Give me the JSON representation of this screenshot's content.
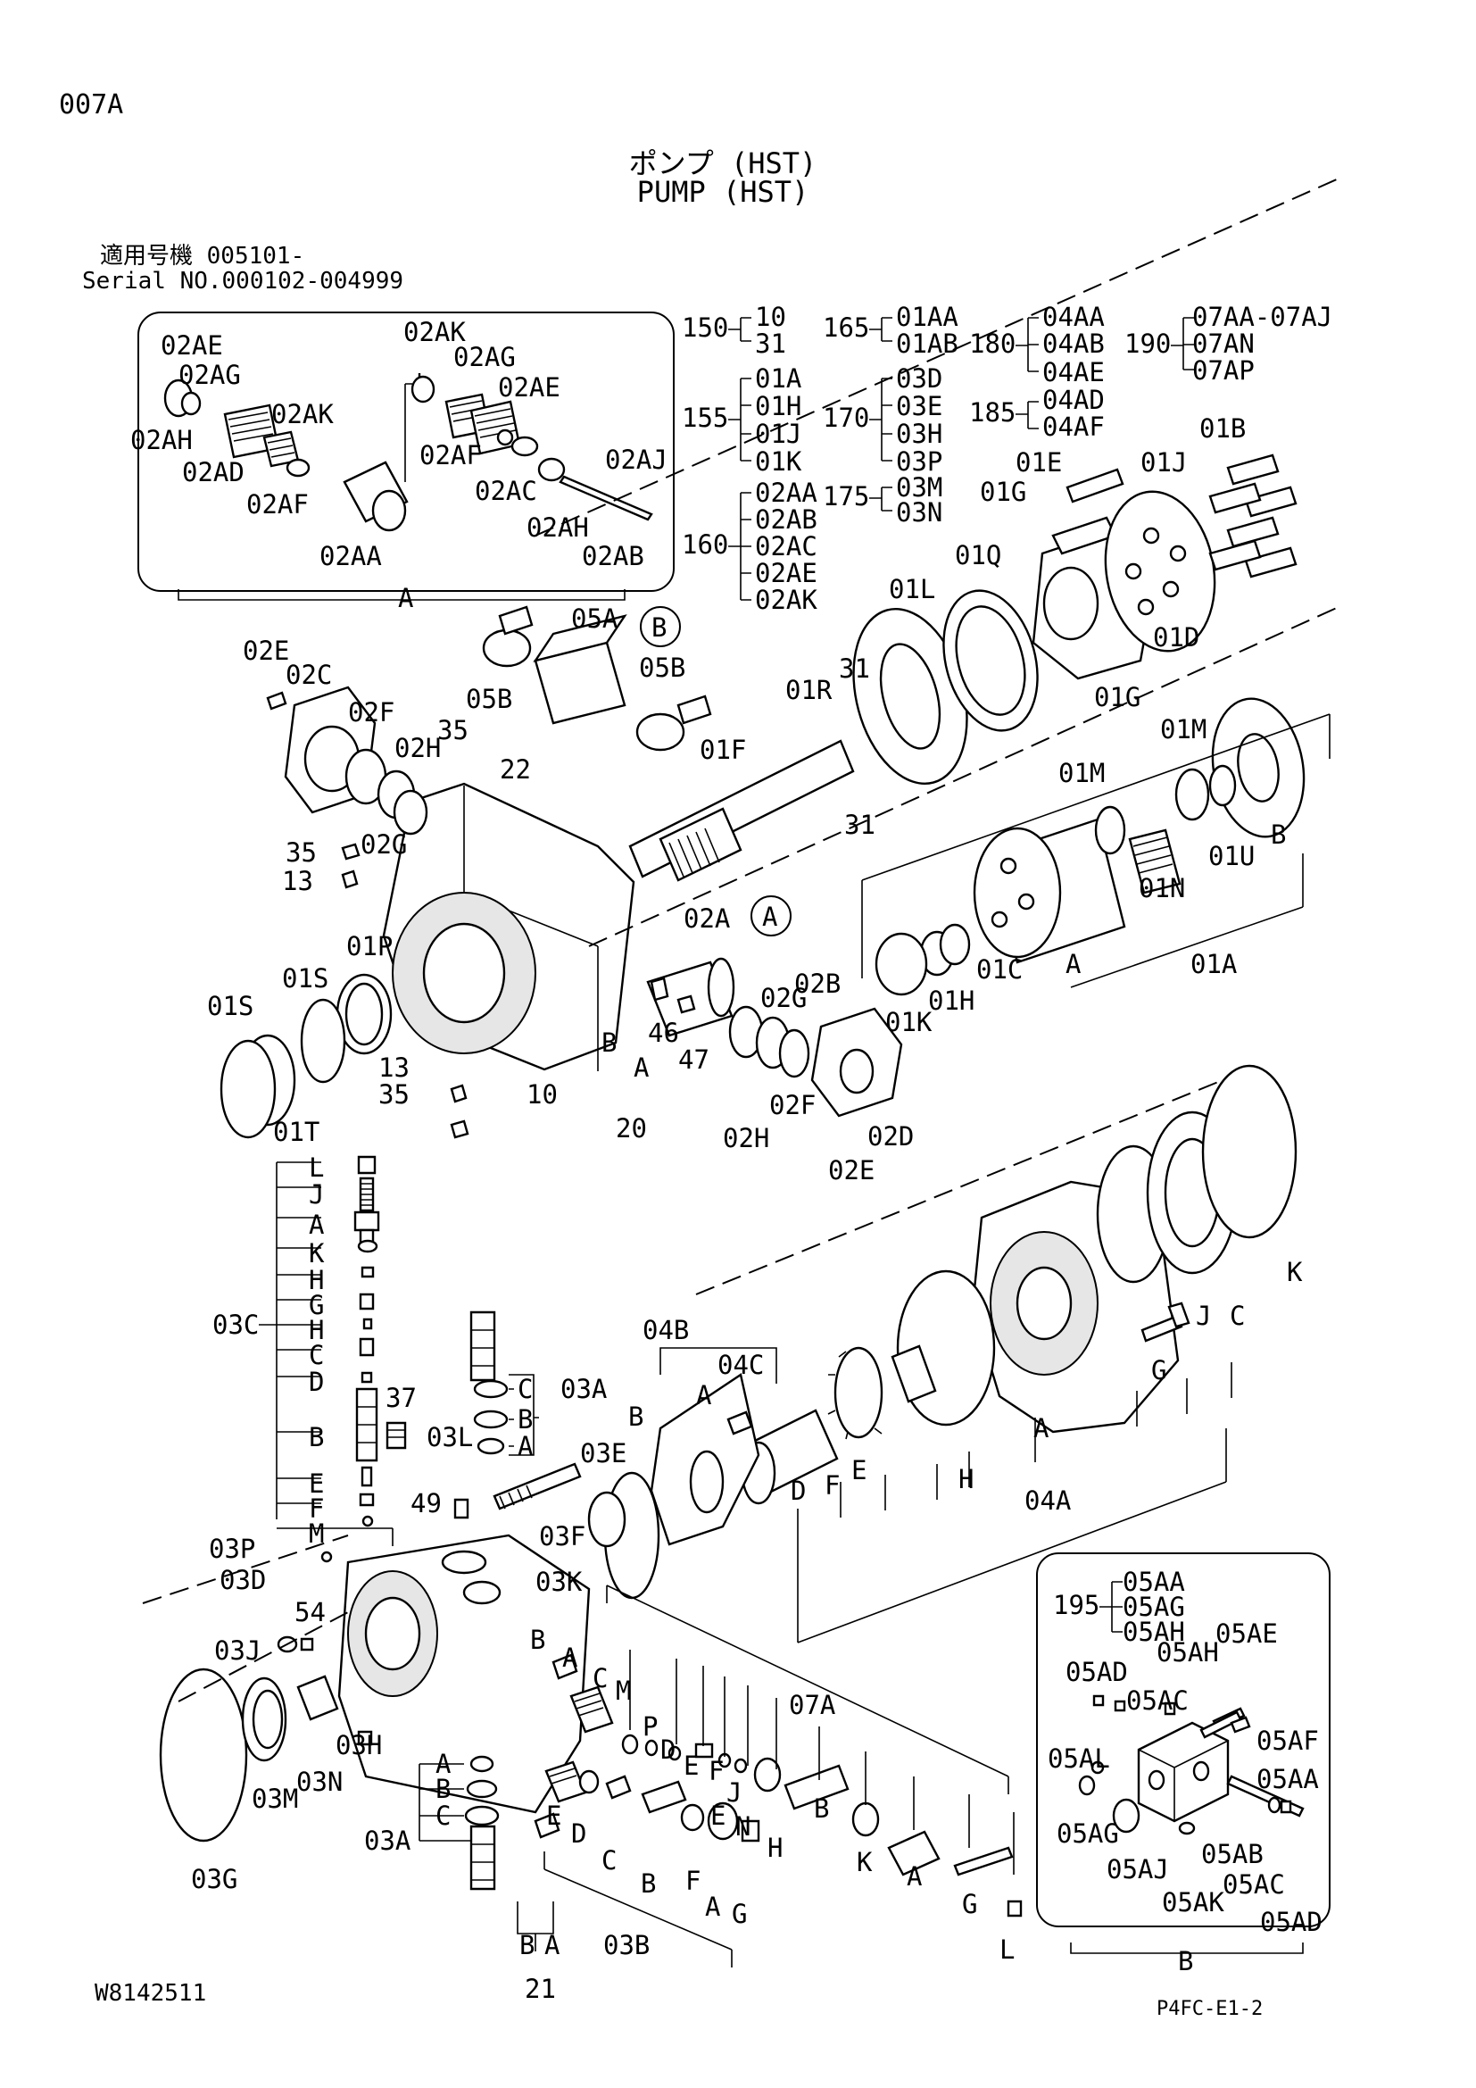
{
  "header": {
    "page_code": "007A",
    "title_jp": "ポンプ (HST)",
    "title_en": "PUMP (HST)",
    "applicable_jp": "適用号機 005101-",
    "serial": "Serial NO.000102-004999"
  },
  "footer": {
    "drawing_no": "W8142511",
    "sheet_code": "P4FC-E1-2"
  },
  "groups": [
    {
      "code": "150",
      "parts": [
        "10",
        "31"
      ]
    },
    {
      "code": "155",
      "parts": [
        "01A",
        "01H",
        "01J",
        "01K"
      ]
    },
    {
      "code": "160",
      "parts": [
        "02AA",
        "02AB",
        "02AC",
        "02AE",
        "02AK"
      ]
    },
    {
      "code": "165",
      "parts": [
        "01AA",
        "01AB"
      ]
    },
    {
      "code": "170",
      "parts": [
        "03D",
        "03E",
        "03H",
        "03P"
      ]
    },
    {
      "code": "175",
      "parts": [
        "03M",
        "03N"
      ]
    },
    {
      "code": "180",
      "parts": [
        "04AA",
        "04AB",
        "04AE"
      ]
    },
    {
      "code": "185",
      "parts": [
        "04AD",
        "04AF"
      ]
    },
    {
      "code": "190",
      "parts": [
        "07AA-07AJ",
        "07AN",
        "07AP"
      ]
    },
    {
      "code": "195",
      "parts": [
        "05AA",
        "05AG",
        "05AH"
      ]
    }
  ],
  "detail_a": {
    "name": "A",
    "labels": [
      "02AE",
      "02AG",
      "02AK",
      "02AH",
      "02AD",
      "02AF",
      "02AA",
      "02AK",
      "02AG",
      "02AE",
      "02AF",
      "02AC",
      "02AJ",
      "02AH",
      "02AB"
    ]
  },
  "detail_b": {
    "name": "B",
    "labels": [
      "05AD",
      "05AH",
      "05AE",
      "05AC",
      "05AF",
      "05AL",
      "05AA",
      "05AG",
      "05AJ",
      "05AK",
      "05AB",
      "05AC",
      "05AD"
    ]
  },
  "bracket_03c": {
    "code": "03C",
    "items": [
      "L",
      "J",
      "A",
      "K",
      "H",
      "G",
      "H",
      "C",
      "D",
      "B",
      "E",
      "F",
      "M"
    ]
  },
  "bracket_03a_top": {
    "code": "03A",
    "items": [
      "C",
      "B",
      "A"
    ]
  },
  "bracket_03a_bot": {
    "code": "03A",
    "items": [
      "A",
      "B",
      "C"
    ]
  },
  "callouts": [
    "05A",
    "05B",
    "05B",
    "02E",
    "02C",
    "02F",
    "02H",
    "35",
    "22",
    "01F",
    "02G",
    "35",
    "13",
    "01P",
    "01S",
    "01S",
    "01T",
    "13",
    "35",
    "10",
    "B",
    "A",
    "46",
    "47",
    "20",
    "02A",
    "02G",
    "02H",
    "02F",
    "02B",
    "02D",
    "02E",
    "01R",
    "31",
    "31",
    "01L",
    "01Q",
    "01G",
    "01E",
    "01J",
    "01B",
    "01D",
    "01G",
    "01M",
    "01M",
    "01N",
    "01U",
    "01C",
    "01H",
    "01K",
    "A",
    "01A",
    "B",
    "04B",
    "A",
    "04C",
    "B",
    "E",
    "F",
    "D",
    "H",
    "A",
    "04A",
    "G",
    "J",
    "C",
    "K",
    "37",
    "03L",
    "49",
    "03E",
    "03F",
    "03P",
    "03D",
    "54",
    "03J",
    "03H",
    "03N",
    "03M",
    "03G",
    "03K",
    "B",
    "A",
    "C",
    "M",
    "P",
    "D",
    "E",
    "F",
    "J",
    "E",
    "N",
    "H",
    "B",
    "K",
    "A",
    "G",
    "L",
    "07A",
    "E",
    "D",
    "C",
    "B",
    "F",
    "A",
    "G",
    "03B",
    "B",
    "A",
    "21"
  ]
}
